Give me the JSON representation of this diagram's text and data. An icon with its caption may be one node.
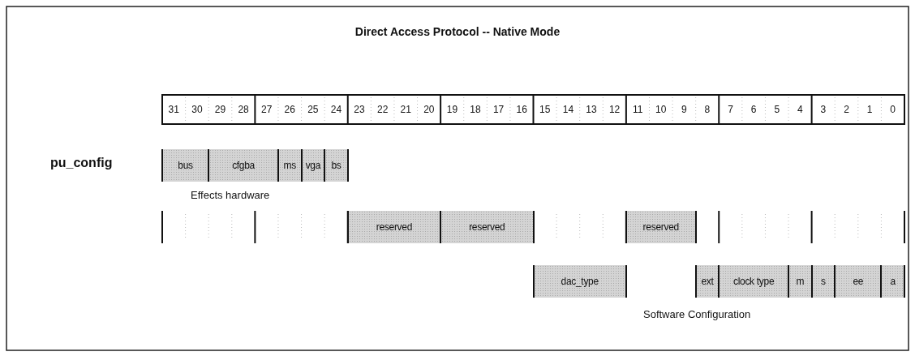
{
  "diagram": {
    "title": "Direct Access Protocol -- Native Mode",
    "nodes": [
      {
        "text": [
          "bus"
        ]
      },
      {
        "text": [
          "cfgba"
        ]
      },
      {
        "text": [
          "ms"
        ]
      },
      {
        "text": [
          "vga"
        ]
      },
      {
        "text": [
          "bs"
        ]
      },
      {
        "text": [
          "reserved"
        ]
      },
      {
        "text": [
          "reserved"
        ]
      },
      {
        "text": [
          "reserved"
        ]
      },
      {
        "text": [
          "dac_type"
        ]
      },
      {
        "text": [
          "ext"
        ]
      },
      {
        "text": [
          "clock type"
        ]
      },
      {
        "text": [
          "m"
        ]
      },
      {
        "text": [
          "s"
        ]
      },
      {
        "text": [
          "ee"
        ]
      },
      {
        "text": [
          "a"
        ]
      }
    ],
    "edges": [],
    "labels": [
      "31",
      "30",
      "29",
      "28",
      "27",
      "26",
      "25",
      "24",
      "23",
      "22",
      "21",
      "20",
      "19",
      "18",
      "17",
      "16",
      "15",
      "14",
      "13",
      "12",
      "11",
      "10",
      "9",
      "8",
      "7",
      "6",
      "5",
      "4",
      "3",
      "2",
      "1",
      "0",
      "pu_config",
      "Effects hardware",
      "Software Configuration"
    ]
  }
}
